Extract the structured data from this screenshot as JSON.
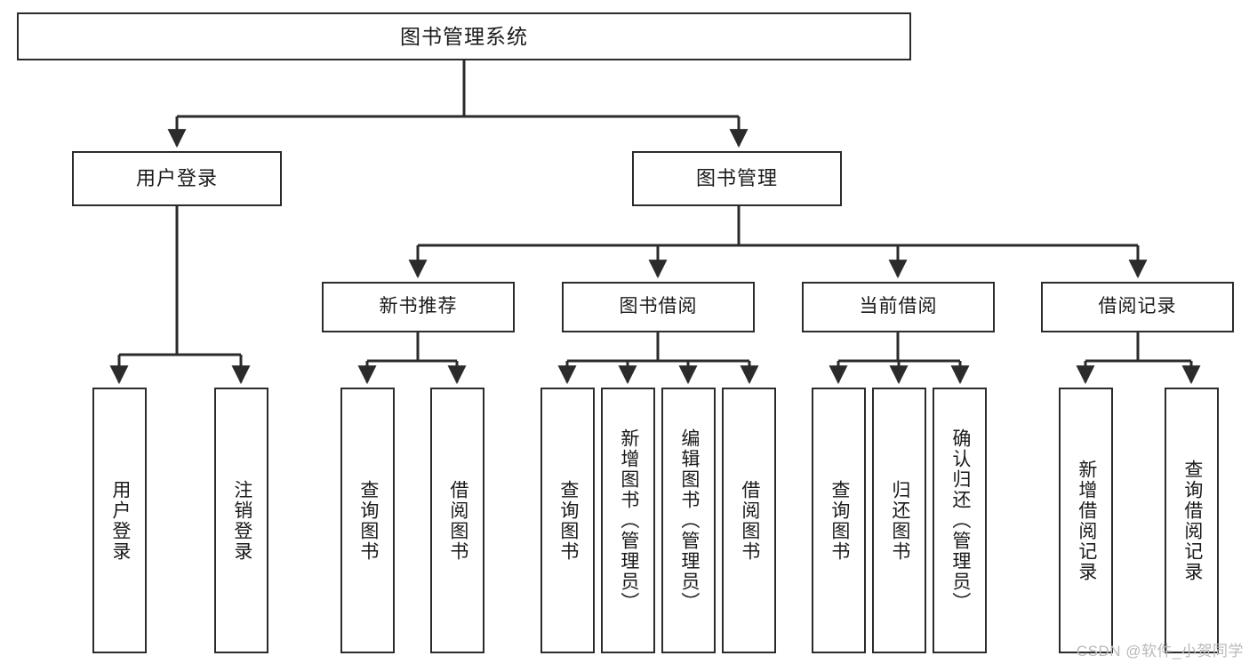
{
  "diagram": {
    "title": "图书管理系统",
    "watermark": "CSDN @软件_小贺同学",
    "colors": {
      "stroke": "#2b2b2b",
      "fill": "#ffffff",
      "text": "#1a1a1a",
      "watermark": "#b9b9b9"
    },
    "nodes": {
      "root": {
        "label": "图书管理系统"
      },
      "level2": [
        {
          "label": "用户登录"
        },
        {
          "label": "图书管理"
        }
      ],
      "level3": [
        {
          "label": "新书推荐"
        },
        {
          "label": "图书借阅"
        },
        {
          "label": "当前借阅"
        },
        {
          "label": "借阅记录"
        }
      ],
      "leaves": {
        "user_login": [
          {
            "label": "用户登录"
          },
          {
            "label": "注销登录"
          }
        ],
        "new_book_recommend": [
          {
            "label": "查询图书"
          },
          {
            "label": "借阅图书"
          }
        ],
        "book_borrow": [
          {
            "label": "查询图书"
          },
          {
            "label": "新增图书（管理员）"
          },
          {
            "label": "编辑图书（管理员）"
          },
          {
            "label": "借阅图书"
          }
        ],
        "current_borrow": [
          {
            "label": "查询图书"
          },
          {
            "label": "归还图书"
          },
          {
            "label": "确认归还（管理员）"
          }
        ],
        "borrow_record": [
          {
            "label": "新增借阅记录"
          },
          {
            "label": "查询借阅记录"
          }
        ]
      }
    }
  }
}
